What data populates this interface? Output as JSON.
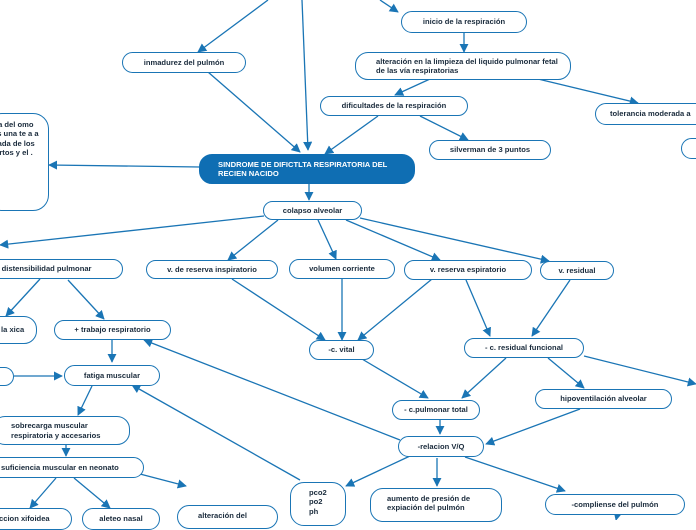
{
  "colors": {
    "edge": "#1a75b5",
    "node_border": "#1a75b5",
    "root_fill": "#0f6eb3",
    "root_text": "#ffffff"
  },
  "nodes": {
    "inicio": "inicio de la respiración",
    "inmadurez": "inmadurez del pulmón",
    "alteracion_limpieza": "alteración en  la limpieza del liquido pulmonar fetal de las vía respiratorias",
    "dificultades": "dificultades de la respiración",
    "tolerancia": "tolerancia moderada a",
    "silverman": "silverman de 3 puntos",
    "root": "SINDROME DE DIFICTLTA RESPIRATORIA DEL  RECIEN NACIDO",
    "side_note": "ria del omo es una te a a nada de los iertos y el .",
    "colapso": "colapso alveolar",
    "distensibilidad": "- distensibilidad pulmonar",
    "reserva_inspiratorio": "v. de reserva inspiratorio",
    "volumen_corriente": "volumen corriente",
    "reserva_espiratorio": "v. reserva espiratorio",
    "v_residual": "v. residual",
    "la_xica": "la xica",
    "trabajo_respiratorio": "+ trabajo respiratorio",
    "c_vital": "-c. vital",
    "residual_funcional": "- c. residual funcional",
    "fatiga": "fatiga muscular",
    "c_pulmonar_total": "- c.pulmonar total",
    "hipoventilacion": "hipoventilación alveolar",
    "sobrecarga": "sobrecarga muscular respiratoria y accesarios",
    "relacion_vq": "-relacion V/Q",
    "insuficiencia": "suficiencia muscular en neonato",
    "gases": "pco2 po2 ph",
    "aumento_presion": "aumento de presión de expiación del pulmón",
    "compliense": "-compliense del pulmón",
    "retraccion": "ccion xifoidea",
    "aleteo": "aleteo nasal",
    "alteracion_del": "alteración del"
  }
}
